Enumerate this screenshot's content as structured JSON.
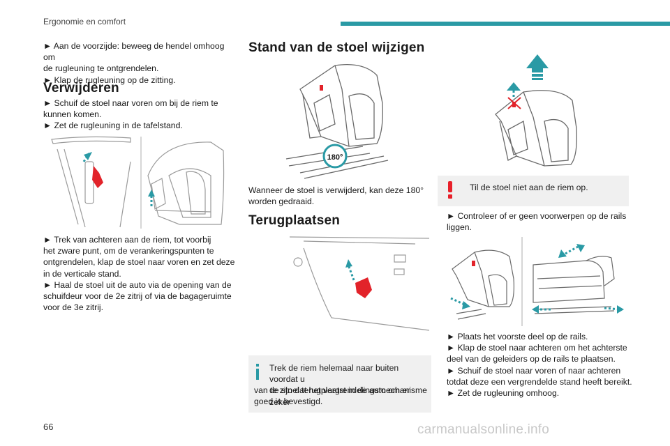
{
  "header": {
    "section_title": "Ergonomie en comfort",
    "accent_color": "#2a9aa5"
  },
  "left_column": {
    "intro_lines": [
      "► Aan de voorzijde: beweeg de hendel omhoog om",
      "de rugleuning te ontgrendelen.",
      "► Klap de rugleuning op de zitting."
    ],
    "remove_heading": "Verwijderen",
    "remove_steps_a": [
      "► Schuif de stoel naar voren om bij de riem te",
      "kunnen komen.",
      "► Zet de rugleuning in de tafelstand."
    ],
    "remove_steps_b": [
      "► Trek van achteren aan de riem, tot voorbij",
      "het zware punt, om de verankeringspunten te",
      "ontgrendelen, klap de stoel naar voren en zet deze",
      "in de verticale stand.",
      "► Haal de stoel uit de auto via de opening van de",
      "schuifdeur voor de 2e zitrij of via de bagageruimte",
      "voor de 3e zitrij."
    ]
  },
  "middle_column": {
    "change_heading": "Stand van de stoel wijzigen",
    "rotation_badge": "180°",
    "rotation_text": [
      "Wanneer de stoel is verwijderd, kan deze 180°",
      "worden gedraaid."
    ],
    "refit_heading": "Terugplaatsen",
    "info_note": [
      "Trek de riem helemaal naar buiten voordat u",
      "de stoel terugplaatst in de auto om er zeker",
      "van te zijn dat het vergrendelingsmechanisme",
      "goed is bevestigd."
    ],
    "info_icon_color": "#2a9aa5"
  },
  "right_column": {
    "warning_note": "Til de stoel niet aan de riem op.",
    "warning_icon_color": "#e8202a",
    "check_text": [
      "► Controleer of er geen voorwerpen op de rails",
      "liggen."
    ],
    "refit_steps": [
      "► Plaats het voorste deel op de rails.",
      "► Klap de stoel naar achteren om het achterste",
      "deel van de geleiders op de rails te plaatsen.",
      "► Schuif de stoel naar voren of naar achteren",
      "totdat deze een vergrendelde stand heeft bereikt.",
      "► Zet de rugleuning omhoog."
    ]
  },
  "footer": {
    "page_number": "66",
    "watermark": "carmanualsonline.info"
  }
}
